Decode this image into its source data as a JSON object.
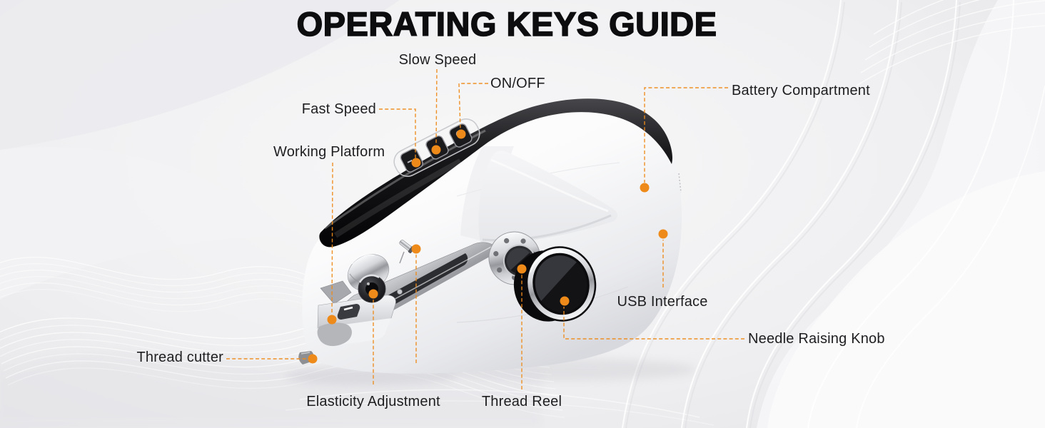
{
  "title": "OPERATING KEYS GUIDE",
  "colors": {
    "accent": "#ee8a19",
    "text": "#1e1e20",
    "title": "#0d0d0f"
  },
  "labels": {
    "slow_speed": "Slow Speed",
    "on_off": "ON/OFF",
    "fast_speed": "Fast Speed",
    "working_platform": "Working Platform",
    "battery_compartment": "Battery Compartment",
    "usb_interface": "USB Interface",
    "needle_raising_knob": "Needle Raising Knob",
    "thread_reel": "Thread Reel",
    "elasticity_adjustment": "Elasticity Adjustment",
    "thread_cutter": "Thread cutter"
  }
}
